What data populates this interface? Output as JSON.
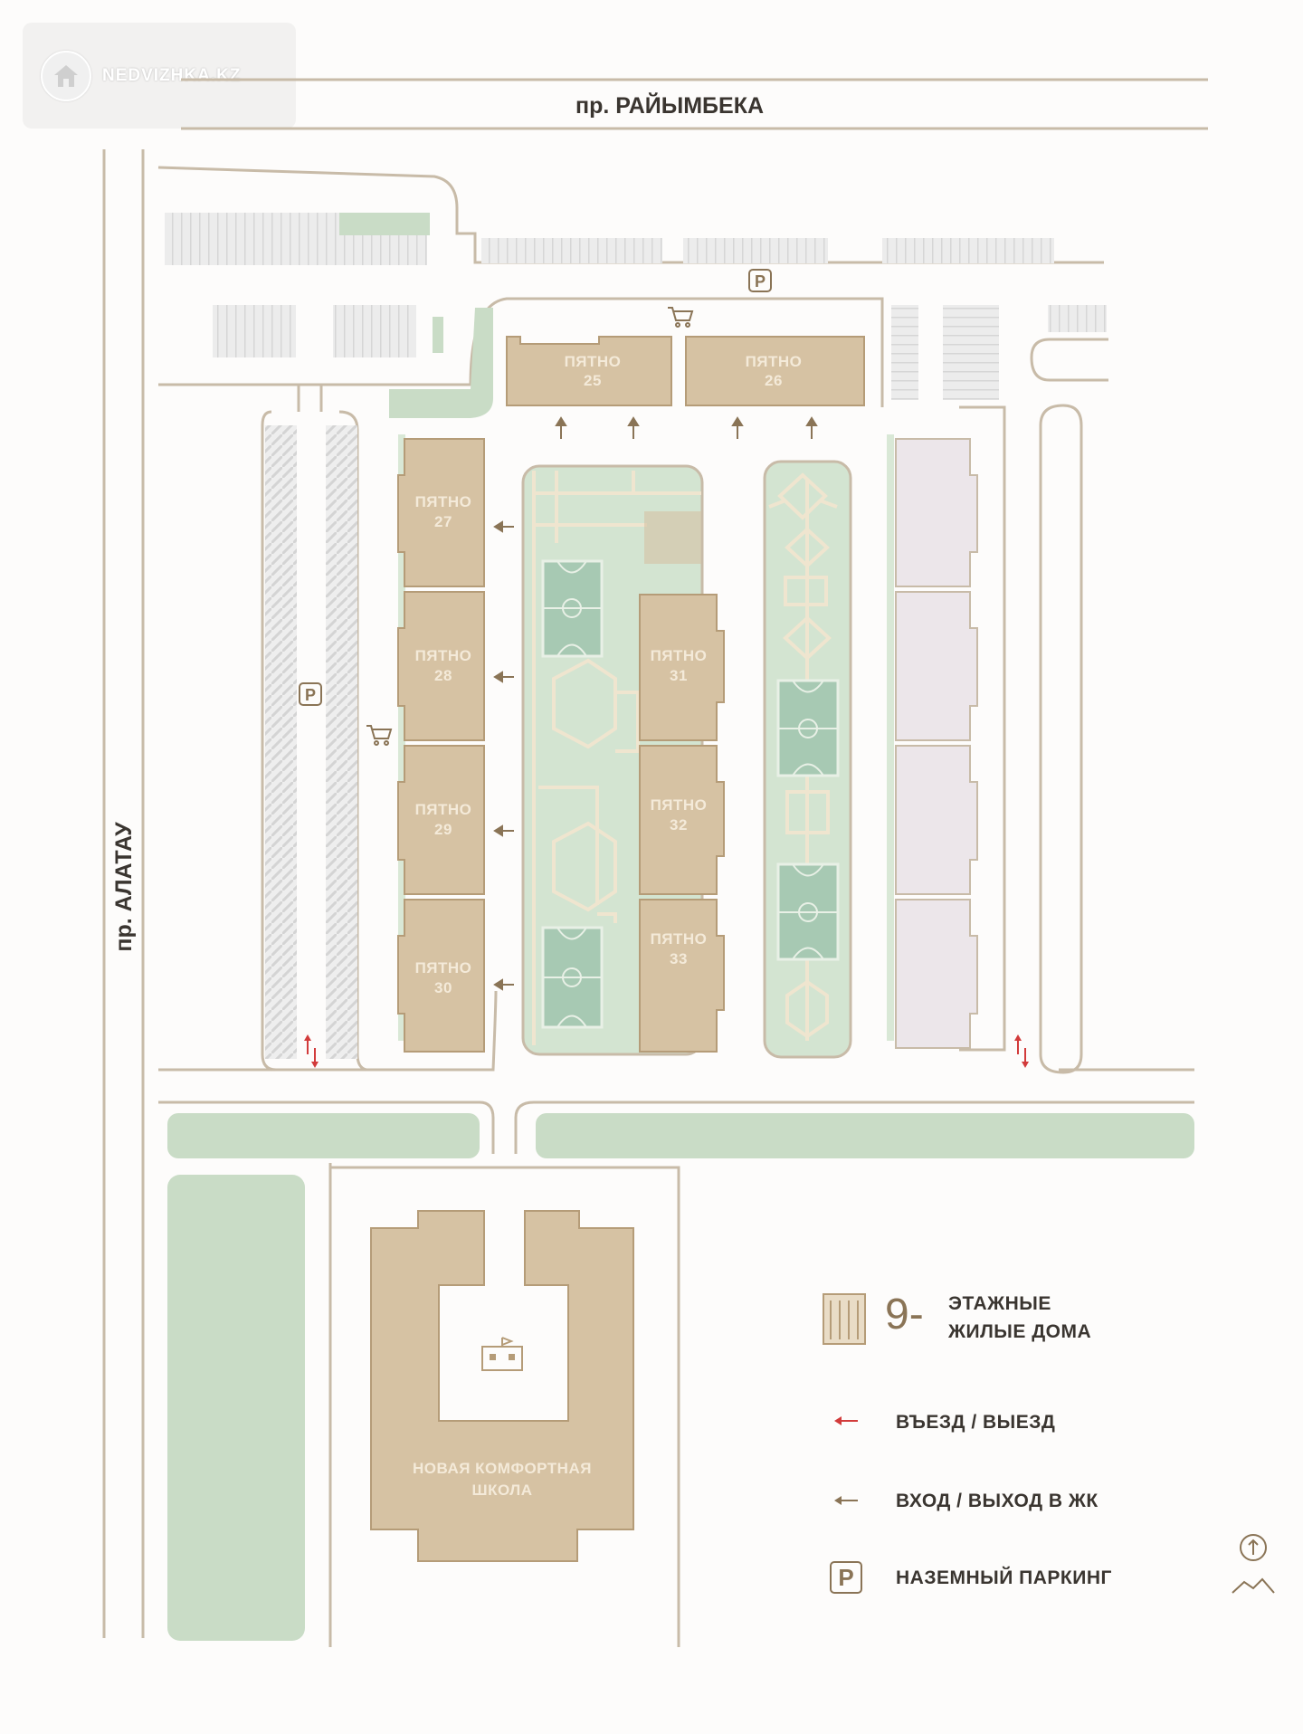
{
  "watermark": {
    "text": "NEDVIZHKA.KZ",
    "icon": "home-icon"
  },
  "streets": {
    "top": "пр. РАЙЫМБЕКА",
    "left": "пр. АЛАТАУ"
  },
  "buildings": [
    {
      "id": "b25",
      "line1": "ПЯТНО",
      "line2": "25"
    },
    {
      "id": "b26",
      "line1": "ПЯТНО",
      "line2": "26"
    },
    {
      "id": "b27",
      "line1": "ПЯТНО",
      "line2": "27"
    },
    {
      "id": "b28",
      "line1": "ПЯТНО",
      "line2": "28"
    },
    {
      "id": "b29",
      "line1": "ПЯТНО",
      "line2": "29"
    },
    {
      "id": "b30",
      "line1": "ПЯТНО",
      "line2": "30"
    },
    {
      "id": "b31",
      "line1": "ПЯТНО",
      "line2": "31"
    },
    {
      "id": "b32",
      "line1": "ПЯТНО",
      "line2": "32"
    },
    {
      "id": "b33",
      "line1": "ПЯТНО",
      "line2": "33"
    }
  ],
  "school": {
    "line1": "НОВАЯ КОМФОРТНАЯ",
    "line2": "ШКОЛА",
    "icon": "school-icon"
  },
  "parking_marker": "P",
  "legend": {
    "floors_number": "9-",
    "floors_line1": "ЭТАЖНЫЕ",
    "floors_line2": "ЖИЛЫЕ ДОМА",
    "entry_exit": "ВЪЕЗД / ВЫЕЗД",
    "walk_in_out": "ВХОД / ВЫХОД В ЖК",
    "parking_symbol": "P",
    "parking": "НАЗЕМНЫЙ ПАРКИНГ"
  },
  "colors": {
    "building": "#d6c2a3",
    "building_stroke": "#b59c78",
    "green": "#c9dcc6",
    "green_dark": "#a7c9b3",
    "road_line": "#c8bba8",
    "entry_arrow": "#d23b3b",
    "walk_arrow": "#8a7456"
  }
}
